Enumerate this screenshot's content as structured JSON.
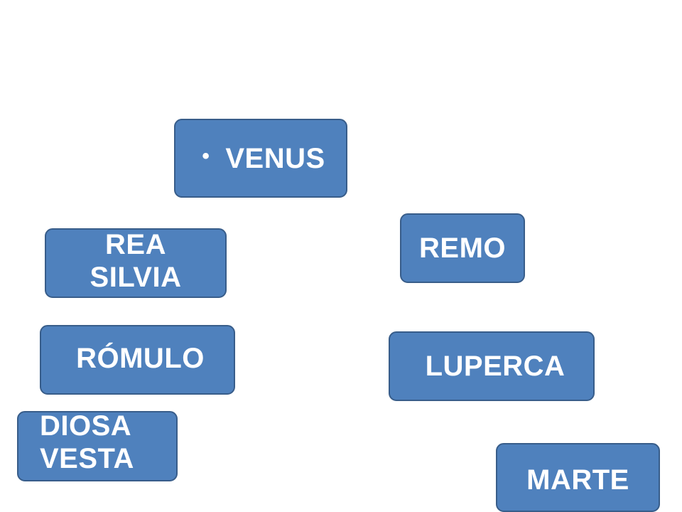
{
  "nodes": {
    "venus": {
      "label": "VENUS",
      "bullet": "•"
    },
    "remo": {
      "label": "REMO"
    },
    "rea_silvia": {
      "label": "REA\nSILVIA"
    },
    "romulo": {
      "label": "RÓMULO"
    },
    "luperca": {
      "label": "LUPERCA"
    },
    "diosa_vesta": {
      "label": "DIOSA\nVESTA"
    },
    "marte": {
      "label": "MARTE"
    }
  },
  "colors": {
    "box_fill": "#4f81bd",
    "box_border": "#385d8a",
    "text": "#ffffff",
    "background": "#ffffff"
  }
}
